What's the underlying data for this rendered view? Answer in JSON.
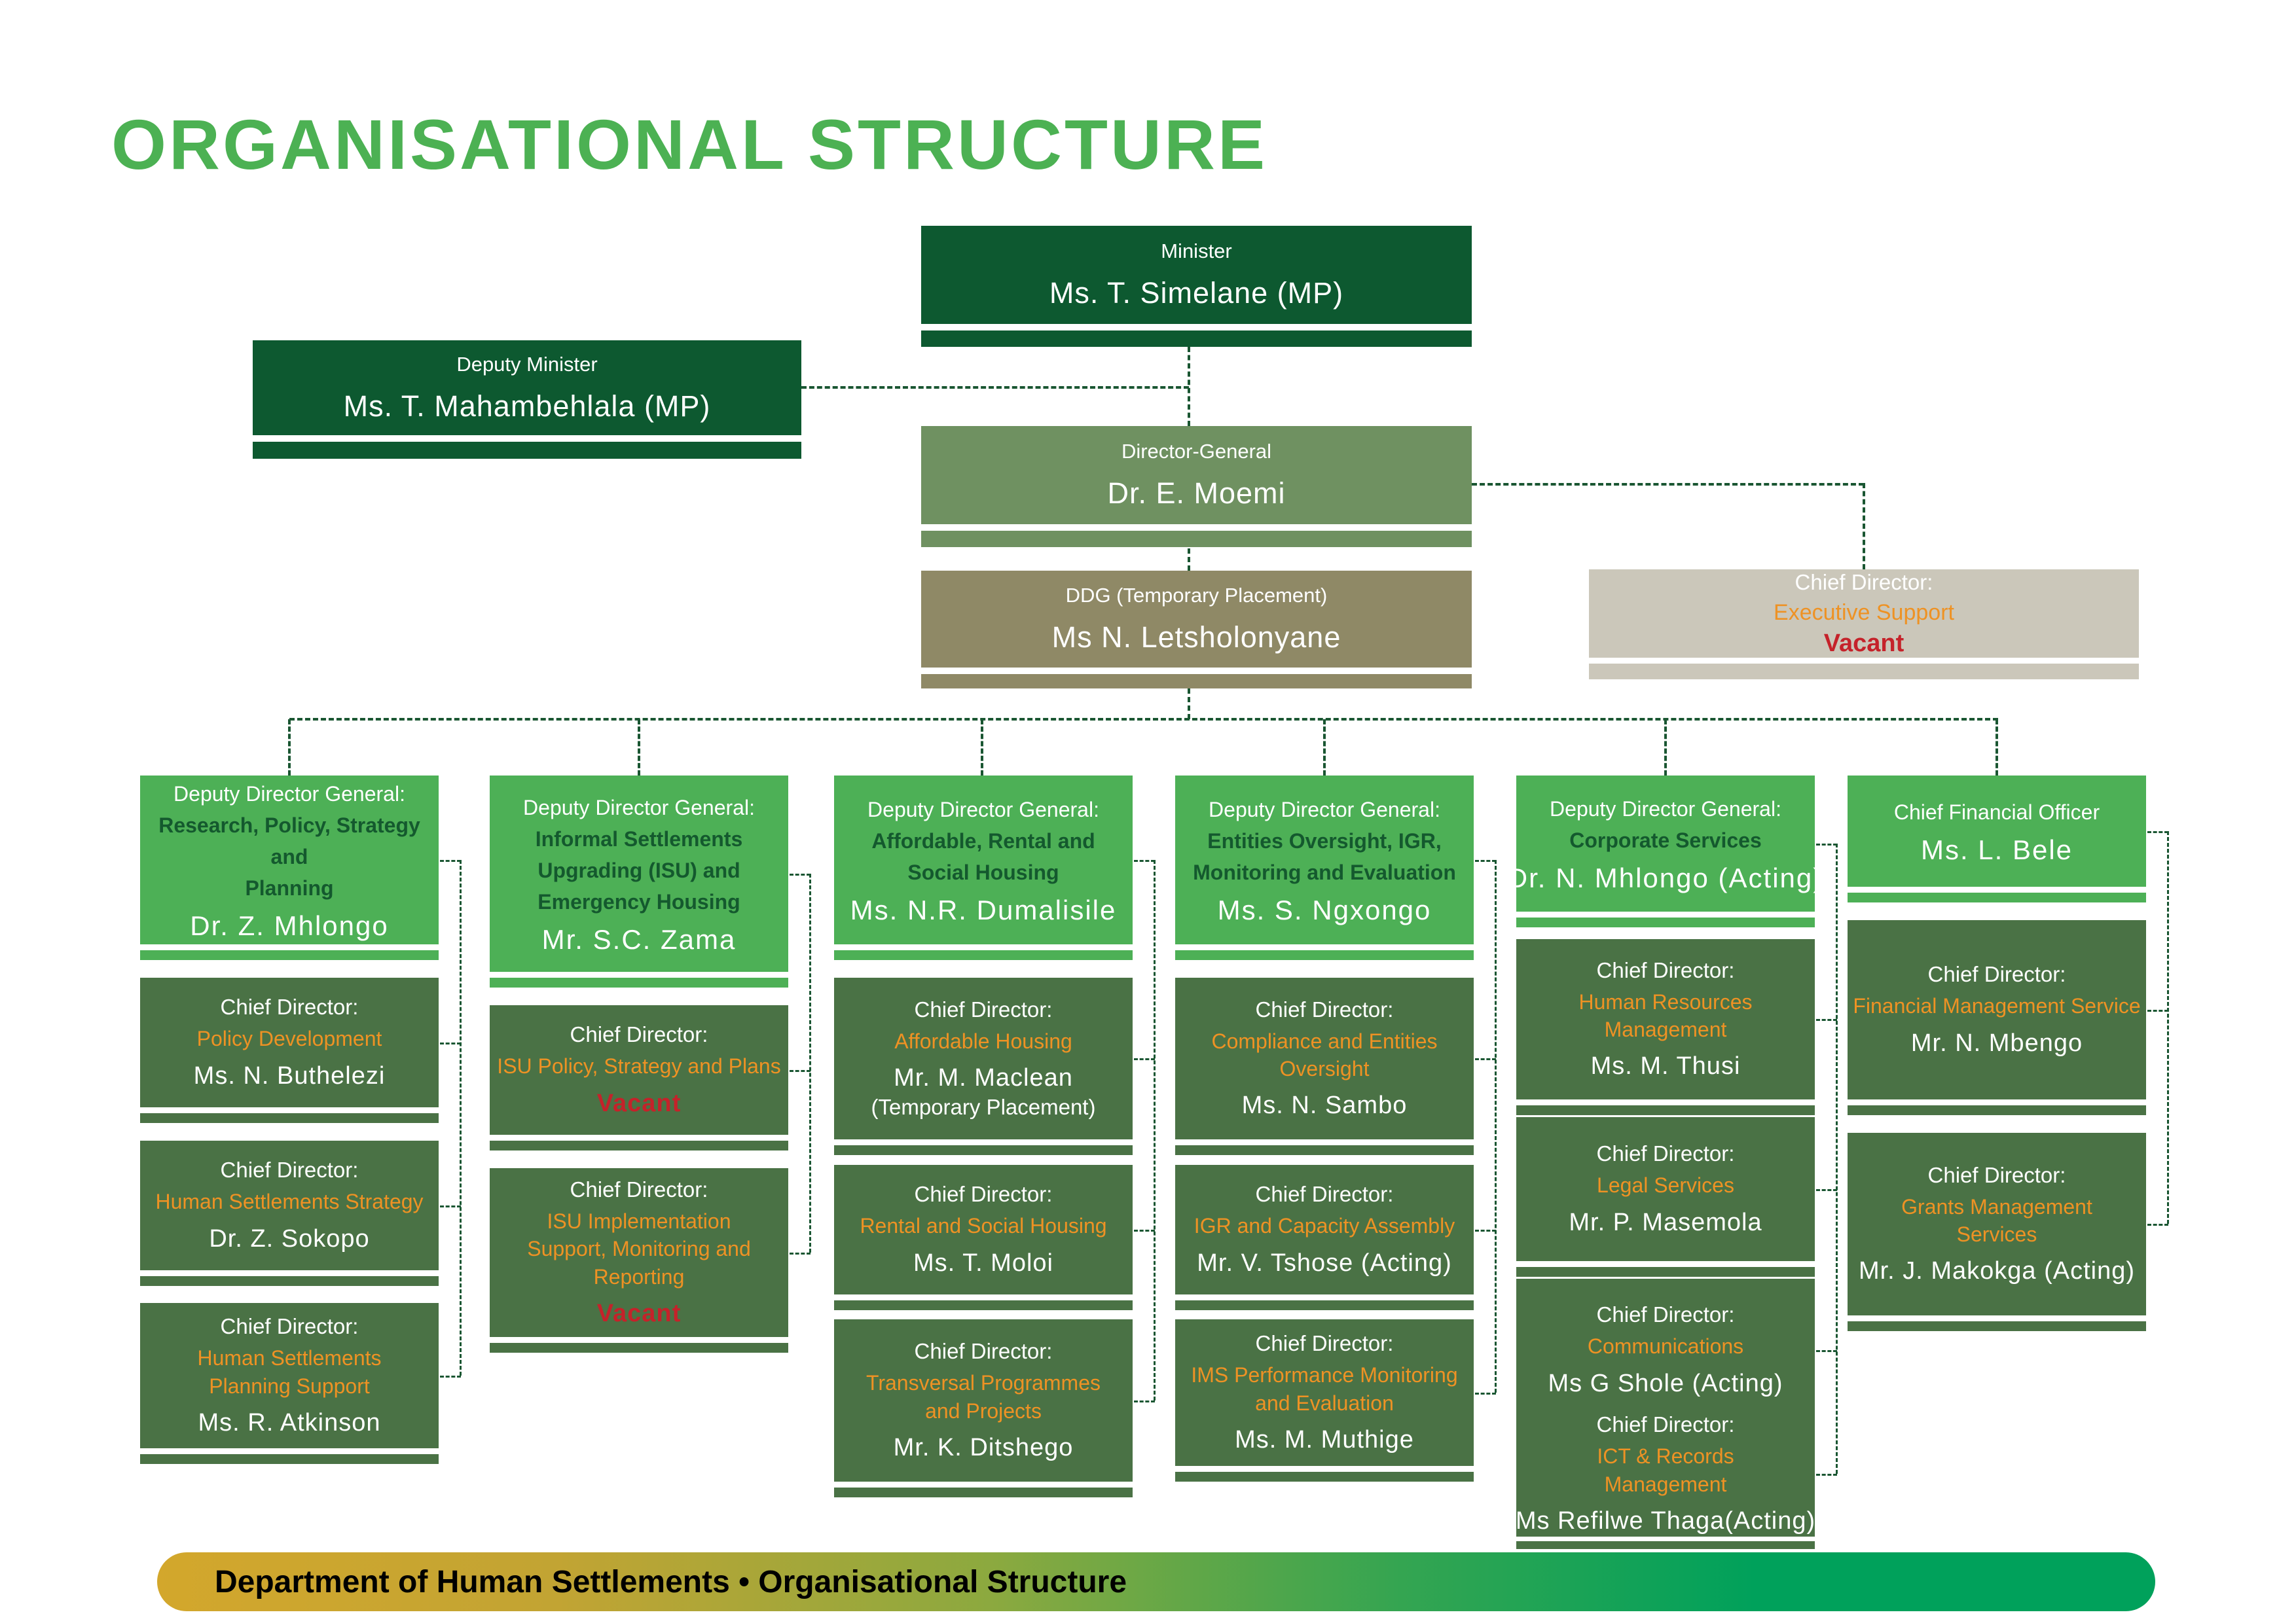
{
  "title": "ORGANISATIONAL STRUCTURE",
  "colors": {
    "title_green": "#4cb153",
    "executive_dark_green": "#0d5930",
    "director_general_sage": "#6f9161",
    "ddg_olive": "#8f8966",
    "vacant_beige": "#cbc7ba",
    "ddg_light_green": "#4db056",
    "chief_director_green": "#4a7245",
    "unit_orange": "#ee9224",
    "vacant_red": "#c5222a",
    "connector_green": "#1a5632",
    "footer_gradient_left": "#d3a72c",
    "footer_gradient_right": "#00a15b"
  },
  "top": {
    "minister": {
      "role": "Minister",
      "name": "Ms. T. Simelane (MP)"
    },
    "deputy_minister": {
      "role": "Deputy Minister",
      "name": "Ms. T. Mahambehlala  (MP)"
    },
    "director_general": {
      "role": "Director-General",
      "name": "Dr. E. Moemi"
    },
    "ddg_temporary": {
      "role": "DDG (Temporary Placement)",
      "name": "Ms N. Letsholonyane"
    },
    "executive_support": {
      "role": "Chief Director:",
      "unit": "Executive Support",
      "name": "Vacant"
    }
  },
  "columns": [
    {
      "head": {
        "role": "Deputy Director General:",
        "unit_lines": [
          "Research, Policy, Strategy and",
          "Planning"
        ],
        "name": "Dr. Z. Mhlongo"
      },
      "chiefs": [
        {
          "role": "Chief Director:",
          "unit": "Policy Development",
          "name": "Ms. N. Buthelezi"
        },
        {
          "role": "Chief Director:",
          "unit": "Human Settlements Strategy",
          "name": "Dr. Z. Sokopo"
        },
        {
          "role": "Chief Director:",
          "unit": "Human Settlements Planning Support",
          "name": "Ms. R. Atkinson"
        }
      ]
    },
    {
      "head": {
        "role": "Deputy Director General:",
        "unit_lines": [
          "Informal Settlements",
          "Upgrading (ISU) and",
          "Emergency Housing"
        ],
        "name": "Mr. S.C. Zama"
      },
      "chiefs": [
        {
          "role": "Chief Director:",
          "unit": "ISU Policy, Strategy and Plans",
          "name": "Vacant"
        },
        {
          "role": "Chief Director:",
          "unit": "ISU Implementation Support, Monitoring and Reporting",
          "name": "Vacant"
        }
      ]
    },
    {
      "head": {
        "role": "Deputy Director General:",
        "unit_lines": [
          "Affordable, Rental and",
          "Social Housing"
        ],
        "name": "Ms. N.R. Dumalisile"
      },
      "chiefs": [
        {
          "role": "Chief Director:",
          "unit": "Affordable Housing",
          "name": "Mr. M. Maclean",
          "sub": "(Temporary Placement)"
        },
        {
          "role": "Chief Director:",
          "unit": "Rental and Social Housing",
          "name": "Ms. T. Moloi"
        },
        {
          "role": "Chief Director:",
          "unit": "Transversal Programmes and Projects",
          "name": "Mr. K. Ditshego"
        }
      ]
    },
    {
      "head": {
        "role": "Deputy Director General:",
        "unit_lines": [
          "Entities Oversight, IGR,",
          "Monitoring and Evaluation"
        ],
        "name": "Ms. S. Ngxongo"
      },
      "chiefs": [
        {
          "role": "Chief Director:",
          "unit": "Compliance and Entities Oversight",
          "name": "Ms. N. Sambo"
        },
        {
          "role": "Chief Director:",
          "unit": "IGR and Capacity Assembly",
          "name": "Mr. V. Tshose (Acting)"
        },
        {
          "role": "Chief Director:",
          "unit": "IMS Performance Monitoring and Evaluation",
          "name": "Ms. M. Muthige"
        }
      ]
    },
    {
      "head": {
        "role": "Deputy Director General:",
        "unit_lines": [
          "Corporate Services"
        ],
        "name": "Dr. N. Mhlongo (Acting)"
      },
      "chiefs": [
        {
          "role": "Chief Director:",
          "unit": "Human Resources Management",
          "name": "Ms. M. Thusi"
        },
        {
          "role": "Chief Director:",
          "unit": "Legal Services",
          "name": "Mr.  P. Masemola"
        },
        {
          "role": "Chief Director:",
          "unit": "Communications",
          "name": "Ms G Shole (Acting)"
        },
        {
          "role": "Chief Director:",
          "unit": "ICT & Records Management",
          "name": "Ms Refilwe Thaga(Acting)"
        }
      ]
    },
    {
      "head": {
        "role": "Chief Financial  Officer",
        "unit_lines": [],
        "name": "Ms. L. Bele"
      },
      "chiefs": [
        {
          "role": "Chief Director:",
          "unit": "Financial Management Service",
          "name": "Mr. N. Mbengo"
        },
        {
          "role": "Chief Director:",
          "unit": "Grants Management Services",
          "name": "Mr. J. Makokga (Acting)"
        }
      ]
    }
  ],
  "footer": {
    "label": "Department of Human Settlements • Organisational Structure"
  }
}
